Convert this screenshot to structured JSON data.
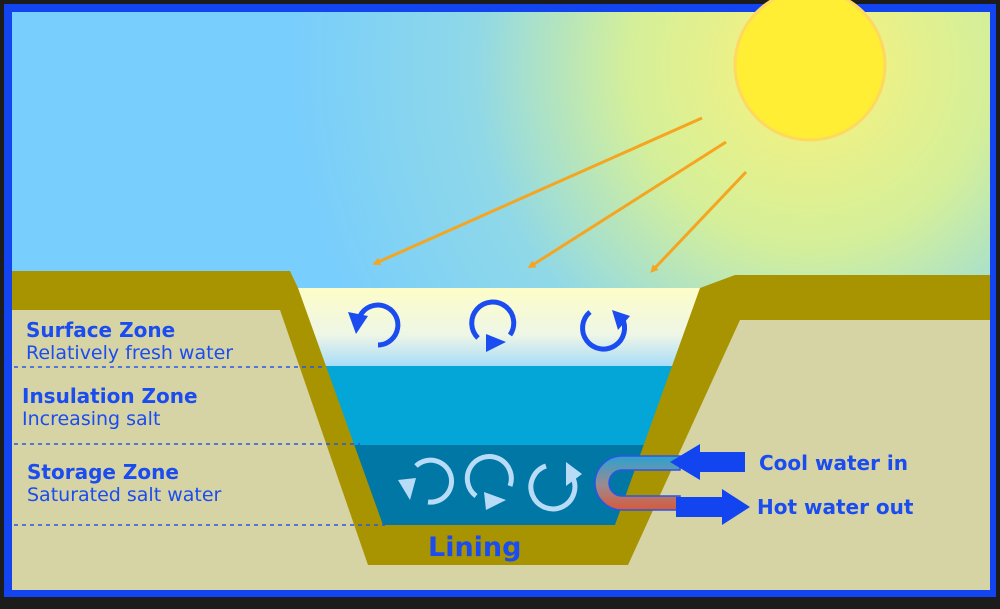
{
  "diagram": {
    "zones": [
      {
        "title": "Surface Zone",
        "desc": "Relatively fresh water"
      },
      {
        "title": "Insulation Zone",
        "desc": "Increasing salt"
      },
      {
        "title": "Storage Zone",
        "desc": "Saturated  salt water"
      }
    ],
    "lining_label": "Lining",
    "cool_in_label": "Cool water in",
    "hot_out_label": "Hot water out",
    "icons": [
      "sun-icon",
      "sun-ray-arrow",
      "circulation-arrow-icon",
      "heat-exchanger-pipe",
      "flow-arrow-icon"
    ],
    "colors": {
      "frame": "#1244f0",
      "sky": "#7ccffc",
      "sun": "#ffee33",
      "ray": "#f5a520",
      "lining": "#a89400",
      "ground": "#d6d3a4",
      "surface_zone": "#fbfbd0",
      "insulation_zone": "#03a6d6",
      "storage_zone": "#0077a5",
      "text": "#1a4cf0"
    }
  }
}
